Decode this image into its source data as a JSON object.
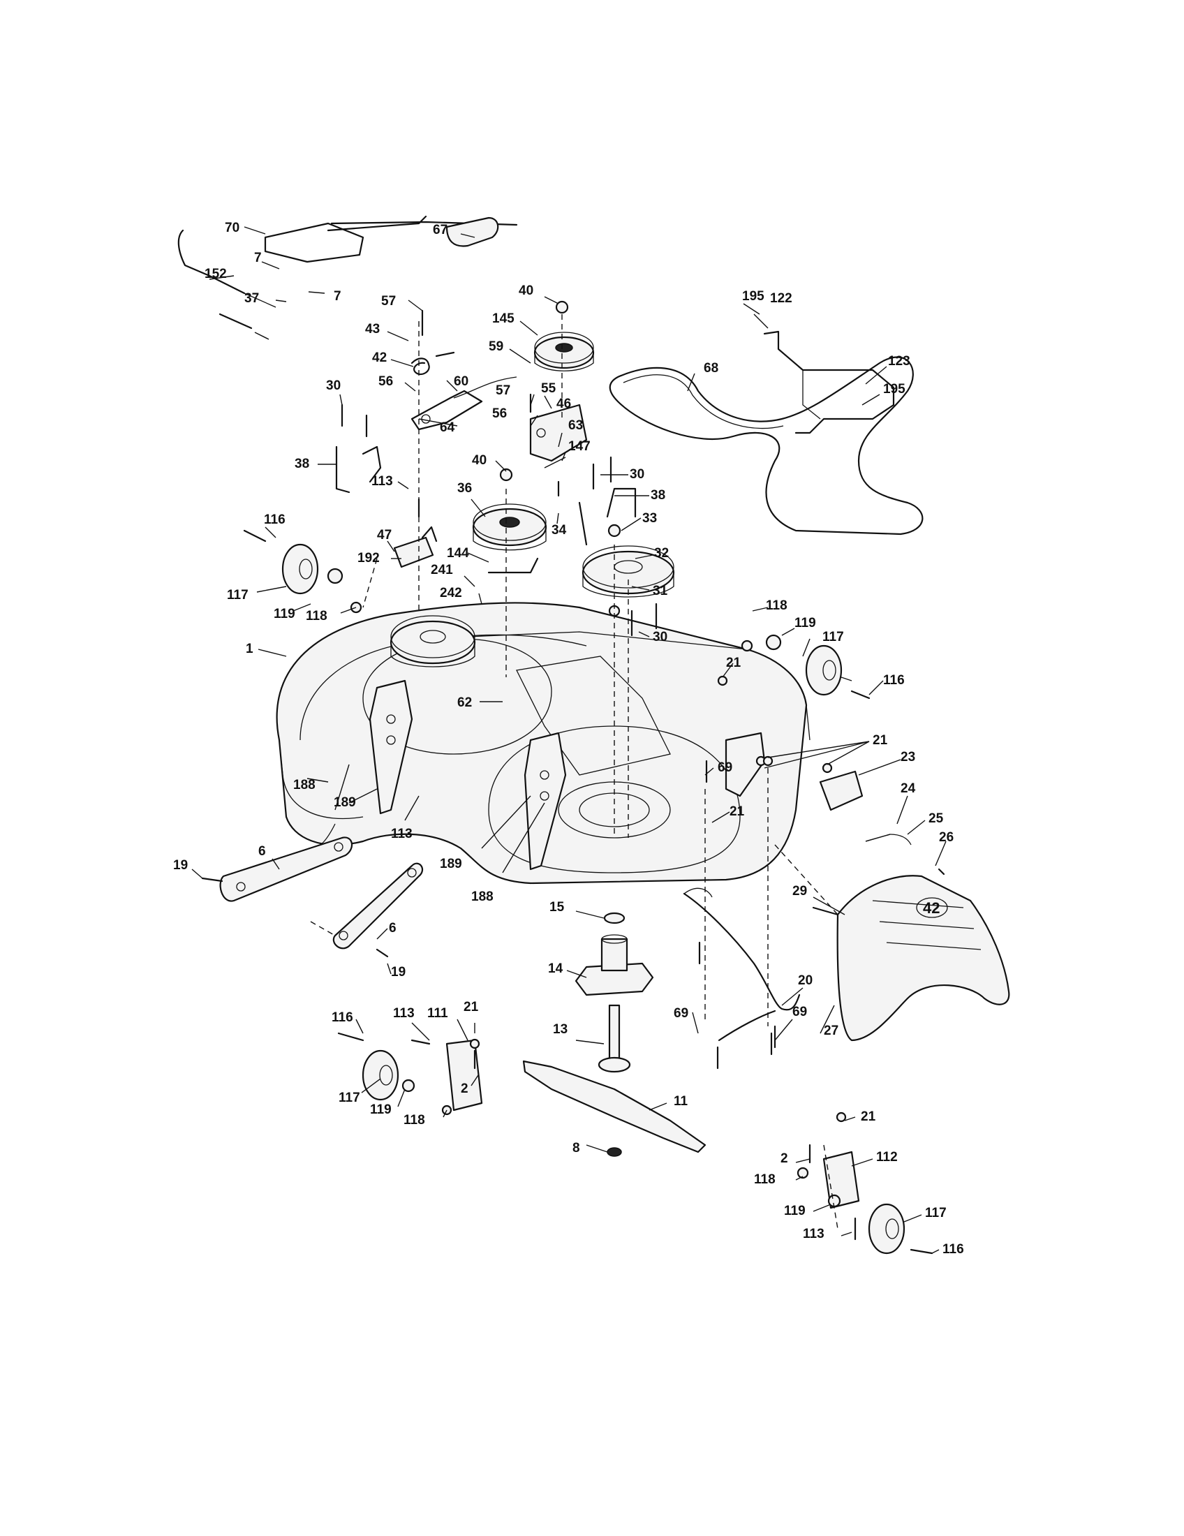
{
  "deck_badge": "42",
  "callouts": {
    "c70": "70",
    "c67": "67",
    "c7a": "7",
    "c7b": "7",
    "c152": "152",
    "c37": "37",
    "c57a": "57",
    "c43": "43",
    "c42": "42",
    "c56a": "56",
    "c60": "60",
    "c64": "64",
    "c40a": "40",
    "c145": "145",
    "c59": "59",
    "c57b": "57",
    "c55": "55",
    "c46": "46",
    "c56b": "56",
    "c63": "63",
    "c40b": "40",
    "c147": "147",
    "c195a": "195",
    "c122": "122",
    "c68": "68",
    "c123": "123",
    "c195b": "195",
    "c30a": "30",
    "c38a": "38",
    "c30b": "30",
    "c38b": "38",
    "c113a": "113",
    "c36": "36",
    "c34": "34",
    "c33": "33",
    "c116a": "116",
    "c47": "47",
    "c192": "192",
    "c144": "144",
    "c32": "32",
    "c241": "241",
    "c117a": "117",
    "c119a": "119",
    "c118a": "118",
    "c242": "242",
    "c31": "31",
    "c30c": "30",
    "c118b": "118",
    "c119b": "119",
    "c117b": "117",
    "c1": "1",
    "c62": "62",
    "c21a": "21",
    "c116b": "116",
    "c21b": "21",
    "c23": "23",
    "c69a": "69",
    "c188a": "188",
    "c189a": "189",
    "c113b": "113",
    "c21c": "21",
    "c24": "24",
    "c25": "25",
    "c26": "26",
    "c6a": "6",
    "c19a": "19",
    "c189b": "189",
    "c188b": "188",
    "c15": "15",
    "c29": "29",
    "c6b": "6",
    "c19b": "19",
    "c14": "14",
    "c20": "20",
    "c116c": "116",
    "c113c": "113",
    "c111": "111",
    "c21d": "21",
    "c69b": "69",
    "c69c": "69",
    "c27": "27",
    "c13": "13",
    "c2a": "2",
    "c117c": "117",
    "c119c": "119",
    "c118c": "118",
    "c11": "11",
    "c21e": "21",
    "c8": "8",
    "c2b": "2",
    "c112": "112",
    "c118d": "118",
    "c119d": "119",
    "c117d": "117",
    "c113d": "113",
    "c116d": "116"
  }
}
